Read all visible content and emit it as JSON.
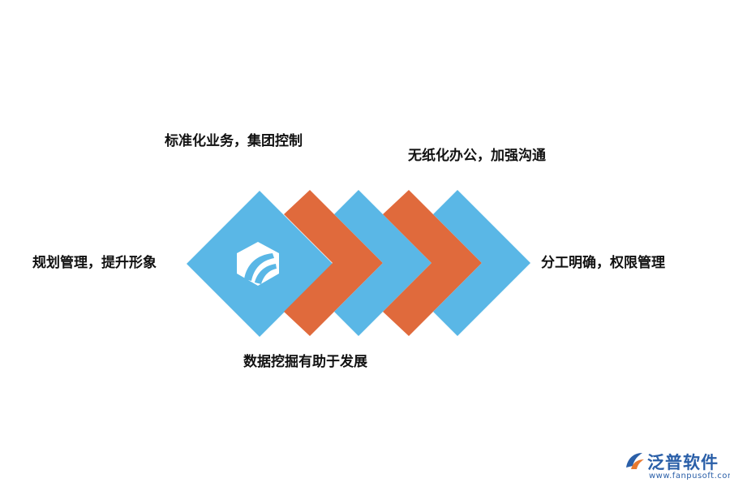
{
  "labels": {
    "top_left": "标准化业务，集团控制",
    "top_right": "无纸化办公，加强沟通",
    "left": "规划管理，提升形象",
    "right": "分工明确，权限管理",
    "bottom": "数据挖掘有助于发展"
  },
  "logo": {
    "name": "泛普软件",
    "url": "www.fanpusoft.com"
  },
  "colors": {
    "blue": "#5ab7e6",
    "orange": "#e06a3c",
    "logo_blue": "#2a5fa8",
    "logo_orange": "#e8792f"
  },
  "icons": {
    "center": "hexagon-logo-icon",
    "brand": "fanpu-logo-icon"
  }
}
